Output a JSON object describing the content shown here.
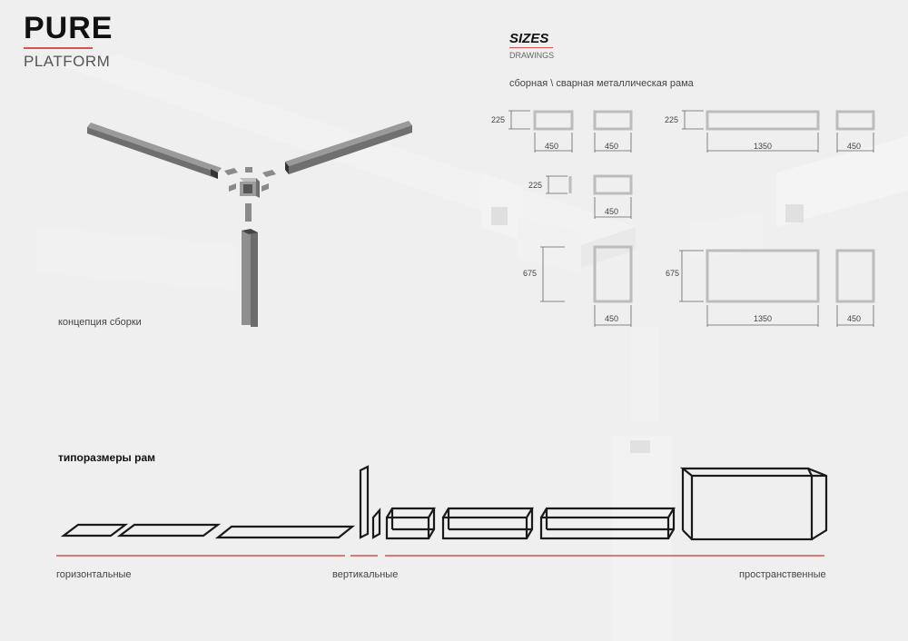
{
  "header": {
    "title": "PURE",
    "subtitle": "PLATFORM"
  },
  "sizes": {
    "title": "SIZES",
    "subtitle": "DRAWINGS",
    "frame_type": "сборная \\ сварная металлическая рама",
    "dims": {
      "d225a": "225",
      "d450a": "450",
      "d450b": "450",
      "d225b": "225",
      "d1350a": "1350",
      "d450c": "450",
      "d225c": "225",
      "d450d": "450",
      "d675a": "675",
      "d450e": "450",
      "d675b": "675",
      "d1350b": "1350",
      "d450f": "450"
    }
  },
  "assembly": {
    "label": "концепция сборки"
  },
  "frames": {
    "title": "типоразмеры рам",
    "horizontal": "горизонтальные",
    "vertical": "вертикальные",
    "spatial": "пространственные"
  },
  "colors": {
    "accent": "#d9534f",
    "frame": "#1a1a1a",
    "drawing": "#bdbdbd",
    "beam": "#7a7a7a"
  }
}
